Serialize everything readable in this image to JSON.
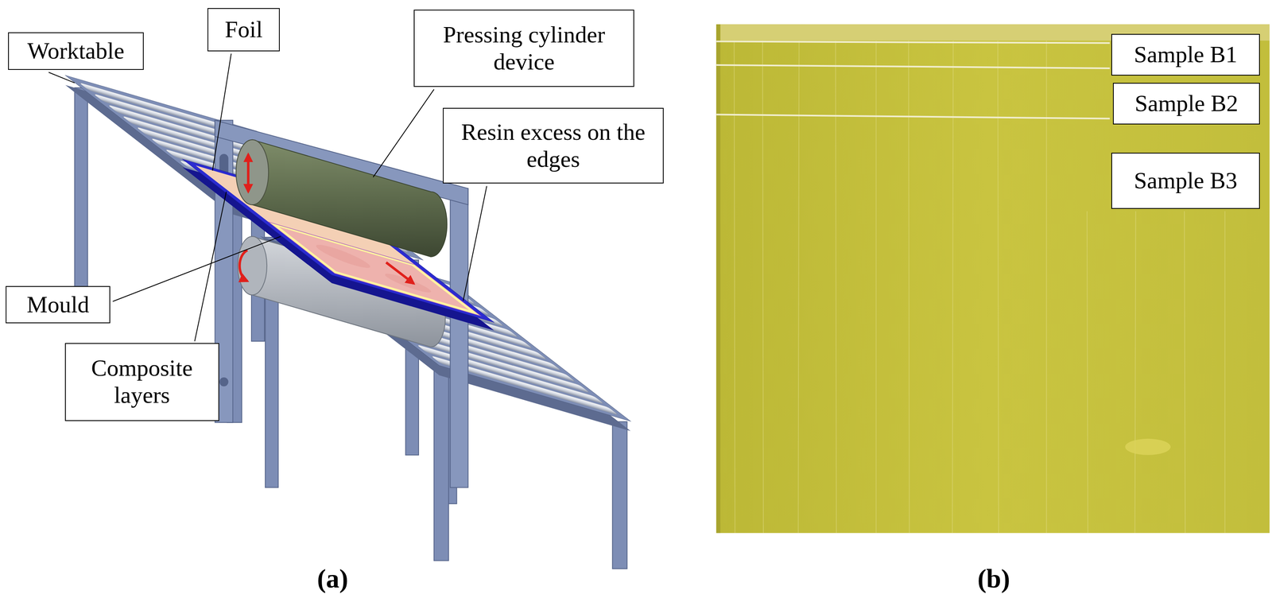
{
  "diagram": {
    "nodes": [
      {
        "text": [
          "Worktable"
        ]
      },
      {
        "text": [
          "Foil"
        ]
      },
      {
        "text": [
          "Pressing cylinder device"
        ]
      },
      {
        "text": [
          "Resin excess on the edges"
        ]
      },
      {
        "text": [
          "Mould"
        ]
      },
      {
        "text": [
          "Composite layers"
        ]
      },
      {
        "text": [
          "Sample B1"
        ]
      },
      {
        "text": [
          "Sample B2"
        ]
      },
      {
        "text": [
          "Sample B3"
        ]
      }
    ],
    "labels": [
      "(a)",
      "(b)"
    ]
  }
}
